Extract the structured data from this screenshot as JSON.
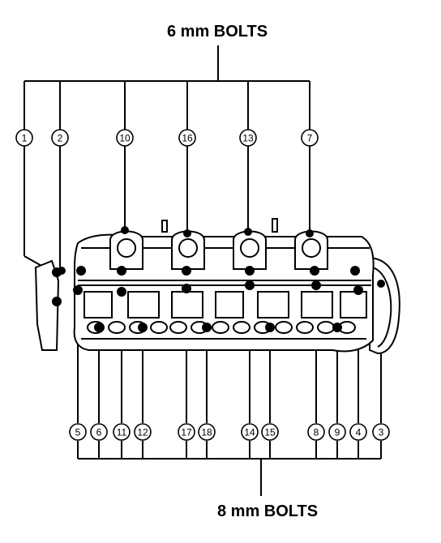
{
  "labels": {
    "top": "6 mm BOLTS",
    "bottom": "8 mm BOLTS"
  },
  "colors": {
    "ink": "#000000",
    "paper": "#ffffff"
  },
  "top_callouts": [
    "1",
    "2",
    "10",
    "16",
    "13",
    "7"
  ],
  "bottom_callouts": [
    "5",
    "6",
    "11",
    "12",
    "17",
    "18",
    "14",
    "15",
    "8",
    "9",
    "4",
    "3"
  ]
}
